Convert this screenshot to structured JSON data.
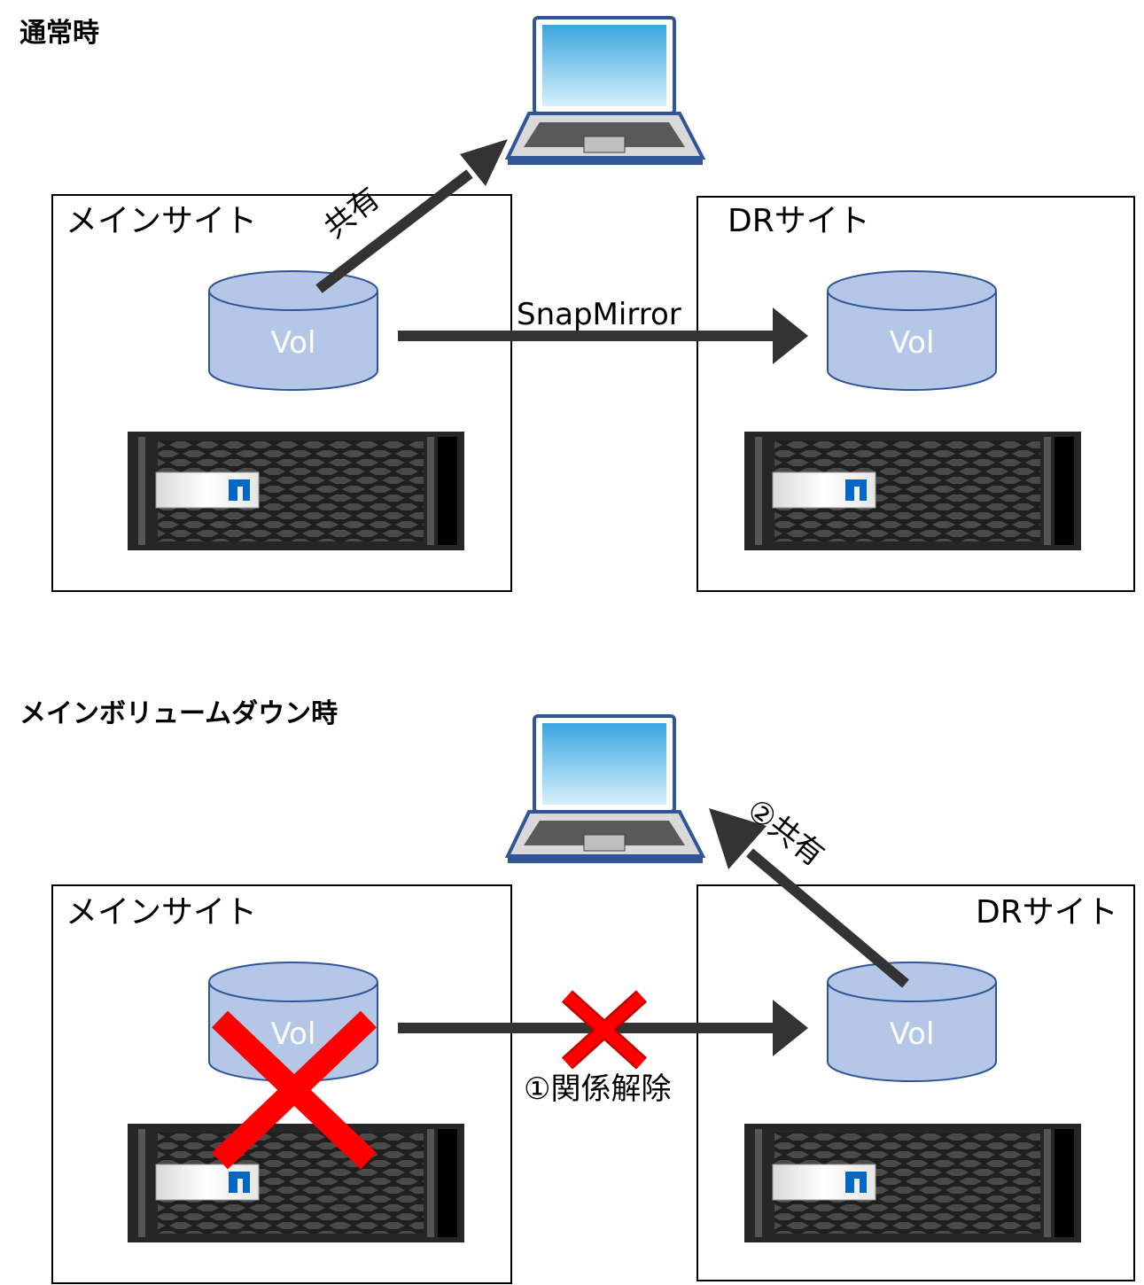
{
  "scenario_normal": {
    "title": "通常時",
    "main_site_label": "メインサイト",
    "dr_site_label": "DRサイト",
    "main_vol_label": "Vol",
    "dr_vol_label": "Vol",
    "share_label": "共有",
    "replication_label": "SnapMirror"
  },
  "scenario_down": {
    "title": "メインボリュームダウン時",
    "main_site_label": "メインサイト",
    "dr_site_label": "DRサイト",
    "main_vol_label": "Vol",
    "dr_vol_label": "Vol",
    "break_label": "①関係解除",
    "share_label": "②共有"
  },
  "colors": {
    "volume_fill": "#b4c7e7",
    "volume_stroke": "#2f5597",
    "arrow": "#333333",
    "failure_mark": "#ff0000",
    "laptop_screen": "#5bc0eb",
    "laptop_frame": "#2f5597",
    "storage_chassis": "#262626",
    "storage_logo": "#0067c5"
  },
  "icons": [
    "laptop-icon",
    "volume-cylinder-icon",
    "storage-array-icon",
    "failure-x-icon"
  ]
}
